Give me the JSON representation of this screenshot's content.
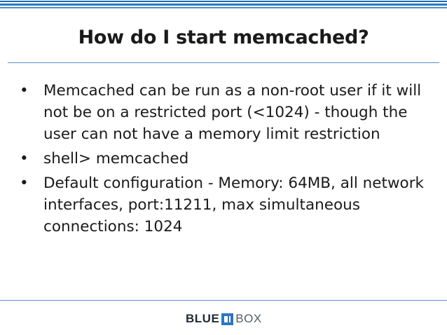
{
  "slide": {
    "title": "How do I start memcached?",
    "bullets": [
      {
        "text": "Memcached can be run as a non-root user if it will not be on a restricted port (<1024) - though the user can not have a memory limit restriction"
      },
      {
        "text": "shell> memcached"
      },
      {
        "text": "Default configuration - Memory: 64MB, all network interfaces, port:11211, max simultaneous connections: 1024"
      }
    ],
    "bullet_symbol": "•"
  },
  "footer": {
    "logo_part1": "BLUE",
    "logo_part2": "BOX"
  },
  "colors": {
    "accent": "#2a78c2",
    "rule": "#5b8fc9",
    "text": "#1a1a1a"
  }
}
